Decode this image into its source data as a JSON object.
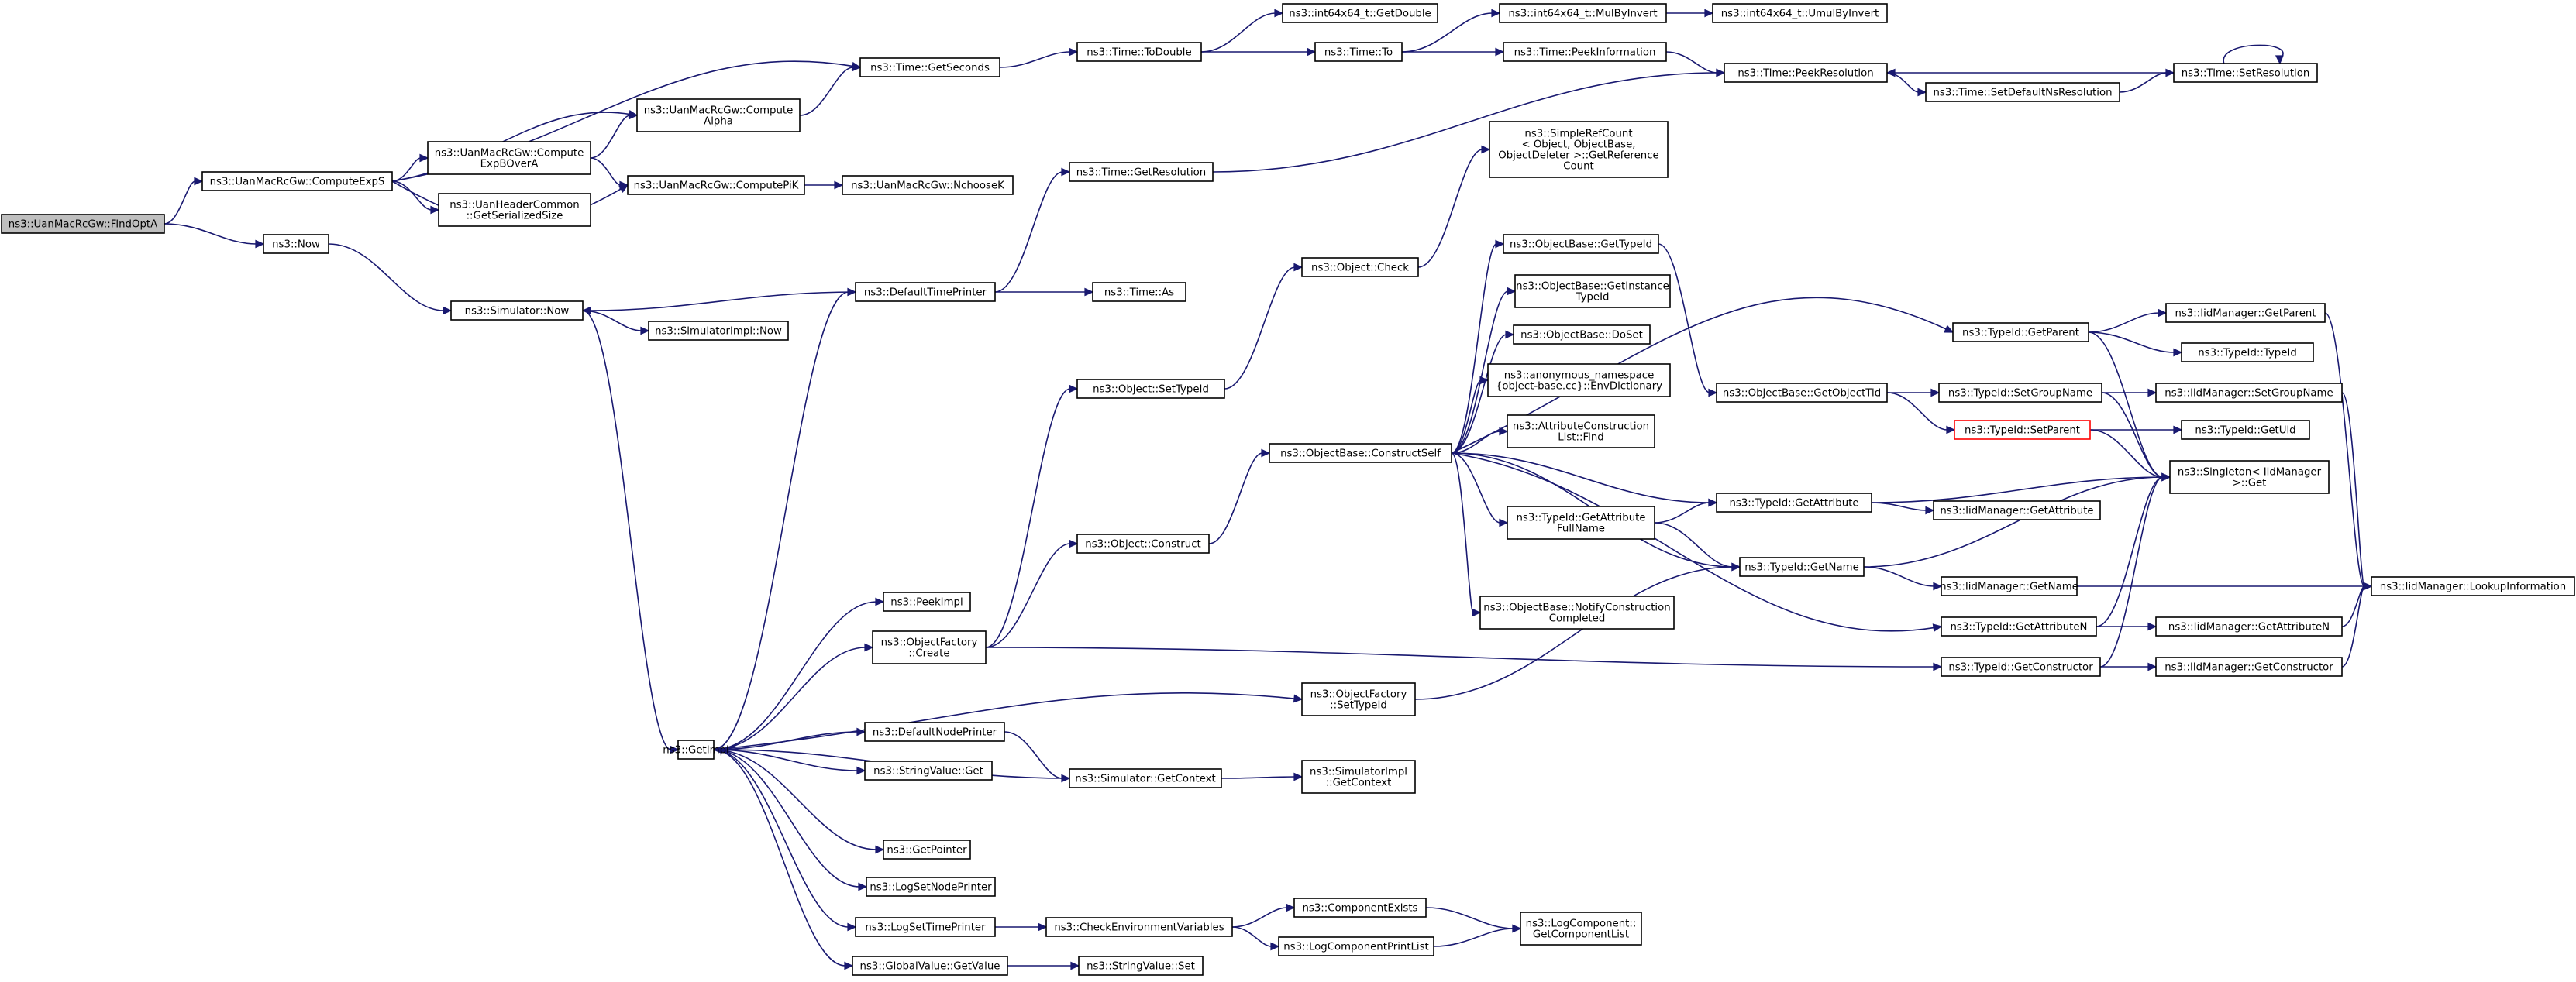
{
  "colors": {
    "edge": "#191970",
    "root_fill": "#bfbfbf",
    "red_border": "#ff0000",
    "node_border": "#000000"
  },
  "nodes": [
    {
      "id": "findopta",
      "lines": [
        "ns3::UanMacRcGw::FindOptA"
      ],
      "style": "root"
    },
    {
      "id": "computeexps",
      "lines": [
        "ns3::UanMacRcGw::ComputeExpS"
      ]
    },
    {
      "id": "now",
      "lines": [
        "ns3::Now"
      ]
    },
    {
      "id": "getseconds",
      "lines": [
        "ns3::Time::GetSeconds"
      ]
    },
    {
      "id": "computealpha",
      "lines": [
        "ns3::UanMacRcGw::Compute",
        "Alpha"
      ]
    },
    {
      "id": "computeexpbovera",
      "lines": [
        "ns3::UanMacRcGw::Compute",
        "ExpBOverA"
      ]
    },
    {
      "id": "uanheadercommon",
      "lines": [
        "ns3::UanHeaderCommon",
        "::GetSerializedSize"
      ]
    },
    {
      "id": "computepik",
      "lines": [
        "ns3::UanMacRcGw::ComputePiK"
      ]
    },
    {
      "id": "nchoosek",
      "lines": [
        "ns3::UanMacRcGw::NchooseK"
      ]
    },
    {
      "id": "simnow",
      "lines": [
        "ns3::Simulator::Now"
      ]
    },
    {
      "id": "simimplnow",
      "lines": [
        "ns3::SimulatorImpl::Now"
      ]
    },
    {
      "id": "getimpl",
      "lines": [
        "ns3::GetImpl"
      ]
    },
    {
      "id": "todouble",
      "lines": [
        "ns3::Time::ToDouble"
      ]
    },
    {
      "id": "getdouble",
      "lines": [
        "ns3::int64x64_t::GetDouble"
      ]
    },
    {
      "id": "timeto",
      "lines": [
        "ns3::Time::To"
      ]
    },
    {
      "id": "mulbyinvert",
      "lines": [
        "ns3::int64x64_t::MulByInvert"
      ]
    },
    {
      "id": "umulbyinvert",
      "lines": [
        "ns3::int64x64_t::UmulByInvert"
      ]
    },
    {
      "id": "peekinfo",
      "lines": [
        "ns3::Time::PeekInformation"
      ]
    },
    {
      "id": "peekres",
      "lines": [
        "ns3::Time::PeekResolution"
      ]
    },
    {
      "id": "setdefaultns",
      "lines": [
        "ns3::Time::SetDefaultNsResolution"
      ]
    },
    {
      "id": "setres",
      "lines": [
        "ns3::Time::SetResolution"
      ]
    },
    {
      "id": "getresolution",
      "lines": [
        "ns3::Time::GetResolution"
      ]
    },
    {
      "id": "defaulttimeprinter",
      "lines": [
        "ns3::DefaultTimePrinter"
      ]
    },
    {
      "id": "timeas",
      "lines": [
        "ns3::Time::As"
      ]
    },
    {
      "id": "simplerefcount",
      "lines": [
        "ns3::SimpleRefCount",
        "< Object, ObjectBase,",
        "ObjectDeleter >::GetReference",
        "Count"
      ]
    },
    {
      "id": "objcheck",
      "lines": [
        "ns3::Object::Check"
      ]
    },
    {
      "id": "objsettypeid",
      "lines": [
        "ns3::Object::SetTypeId"
      ]
    },
    {
      "id": "objconstruct",
      "lines": [
        "ns3::Object::Construct"
      ]
    },
    {
      "id": "peekimpl",
      "lines": [
        "ns3::PeekImpl"
      ]
    },
    {
      "id": "objfactcreate",
      "lines": [
        "ns3::ObjectFactory",
        "::Create"
      ]
    },
    {
      "id": "objfactsettypeid",
      "lines": [
        "ns3::ObjectFactory",
        "::SetTypeId"
      ]
    },
    {
      "id": "defaultnodeprinter",
      "lines": [
        "ns3::DefaultNodePrinter"
      ]
    },
    {
      "id": "stringvalueget",
      "lines": [
        "ns3::StringValue::Get"
      ]
    },
    {
      "id": "simgetcontext",
      "lines": [
        "ns3::Simulator::GetContext"
      ]
    },
    {
      "id": "simimplgetcontext",
      "lines": [
        "ns3::SimulatorImpl",
        "::GetContext"
      ]
    },
    {
      "id": "getpointer",
      "lines": [
        "ns3::GetPointer"
      ]
    },
    {
      "id": "logsetnodeprinter",
      "lines": [
        "ns3::LogSetNodePrinter"
      ]
    },
    {
      "id": "logsettimeprinter",
      "lines": [
        "ns3::LogSetTimePrinter"
      ]
    },
    {
      "id": "checkenv",
      "lines": [
        "ns3::CheckEnvironmentVariables"
      ]
    },
    {
      "id": "componentexists",
      "lines": [
        "ns3::ComponentExists"
      ]
    },
    {
      "id": "logcompprintlist",
      "lines": [
        "ns3::LogComponentPrintList"
      ]
    },
    {
      "id": "getcomponentlist",
      "lines": [
        "ns3::LogComponent::",
        "GetComponentList"
      ]
    },
    {
      "id": "globalvaluegetvalue",
      "lines": [
        "ns3::GlobalValue::GetValue"
      ]
    },
    {
      "id": "stringvalueset",
      "lines": [
        "ns3::StringValue::Set"
      ]
    },
    {
      "id": "constructself",
      "lines": [
        "ns3::ObjectBase::ConstructSelf"
      ]
    },
    {
      "id": "obgettypeid",
      "lines": [
        "ns3::ObjectBase::GetTypeId"
      ]
    },
    {
      "id": "obgetinstancetypeid",
      "lines": [
        "ns3::ObjectBase::GetInstance",
        "TypeId"
      ]
    },
    {
      "id": "obdoset",
      "lines": [
        "ns3::ObjectBase::DoSet"
      ]
    },
    {
      "id": "envdictionary",
      "lines": [
        "ns3::anonymous_namespace",
        "{object-base.cc}::EnvDictionary"
      ]
    },
    {
      "id": "attrconstructfind",
      "lines": [
        "ns3::AttributeConstruction",
        "List::Find"
      ]
    },
    {
      "id": "getattrfullname",
      "lines": [
        "ns3::TypeId::GetAttribute",
        "FullName"
      ]
    },
    {
      "id": "obnotify",
      "lines": [
        "ns3::ObjectBase::NotifyConstruction",
        "Completed"
      ]
    },
    {
      "id": "obgetobjecttid",
      "lines": [
        "ns3::ObjectBase::GetObjectTid"
      ]
    },
    {
      "id": "tidgetattribute",
      "lines": [
        "ns3::TypeId::GetAttribute"
      ]
    },
    {
      "id": "tidgetname",
      "lines": [
        "ns3::TypeId::GetName"
      ]
    },
    {
      "id": "tidgetparent",
      "lines": [
        "ns3::TypeId::GetParent"
      ]
    },
    {
      "id": "tidsetgroupname",
      "lines": [
        "ns3::TypeId::SetGroupName"
      ]
    },
    {
      "id": "tidsetparent",
      "lines": [
        "ns3::TypeId::SetParent"
      ],
      "style": "red"
    },
    {
      "id": "tidgetattributen",
      "lines": [
        "ns3::TypeId::GetAttributeN"
      ]
    },
    {
      "id": "tidgetconstructor",
      "lines": [
        "ns3::TypeId::GetConstructor"
      ]
    },
    {
      "id": "iidgetparent",
      "lines": [
        "ns3::IidManager::GetParent"
      ]
    },
    {
      "id": "tidtypeid",
      "lines": [
        "ns3::TypeId::TypeId"
      ]
    },
    {
      "id": "iidsetgroupname",
      "lines": [
        "ns3::IidManager::SetGroupName"
      ]
    },
    {
      "id": "tidgetuid",
      "lines": [
        "ns3::TypeId::GetUid"
      ]
    },
    {
      "id": "singletonget",
      "lines": [
        "ns3::Singleton< IidManager",
        ">::Get"
      ]
    },
    {
      "id": "iidgetattribute",
      "lines": [
        "ns3::IidManager::GetAttribute"
      ]
    },
    {
      "id": "iidgetname",
      "lines": [
        "ns3::IidManager::GetName"
      ]
    },
    {
      "id": "iidgetattributen",
      "lines": [
        "ns3::IidManager::GetAttributeN"
      ]
    },
    {
      "id": "iidgetconstructor",
      "lines": [
        "ns3::IidManager::GetConstructor"
      ]
    },
    {
      "id": "iidlookup",
      "lines": [
        "ns3::IidManager::LookupInformation"
      ]
    }
  ]
}
